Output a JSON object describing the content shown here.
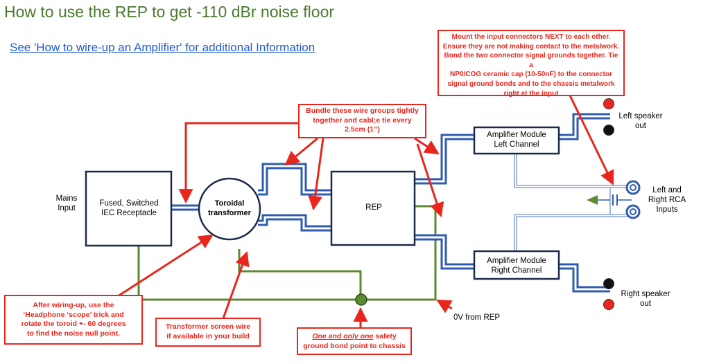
{
  "title": "How to use the REP to get -110 dBr noise floor",
  "link": "See 'How to wire-up an Amplifier' for additional Information",
  "colors": {
    "title": "#4a7a2e",
    "link": "#1f5bd1",
    "note": "#e8261c",
    "ground": "#5b8a32",
    "wire": "#2f5bb0",
    "box": "#1b2a4a"
  },
  "blocks": {
    "iec": [
      "Fused, Switched",
      "IEC Receptacle"
    ],
    "toroid": [
      "Toroidal",
      "transformer"
    ],
    "rep": "REP",
    "amp_left": [
      "Amplifier Module",
      "Left Channel"
    ],
    "amp_right": [
      "Amplifier Module",
      "Right Channel"
    ]
  },
  "labels": {
    "mains": [
      "Mains",
      "Input"
    ],
    "left_speaker": [
      "Left speaker",
      "out"
    ],
    "right_speaker": [
      "Right speaker",
      "out"
    ],
    "rca": [
      "Left and",
      "Right RCA",
      "Inputs"
    ],
    "ov": "0V from REP"
  },
  "notes": {
    "mount": [
      "Mount the input connectors NEXT to each other.",
      "Ensure they are not making contact to the metalwork.",
      "Bond the two connector signal grounds together. Tie a",
      "NP0/COG ceramic cap (10-50nF) to the connector",
      "signal ground bonds and to the chassis metalwork",
      "right at the input"
    ],
    "bundle": [
      "Bundle these wire groups tightly",
      "together and cabl;e tie every",
      "2.5cm (1”)"
    ],
    "after": [
      "After wiring-up, use the",
      "‘Headphone ‘scope’ trick and",
      "rotate the toroid  +- 60 degrees",
      "to find the noise null point."
    ],
    "screen": [
      "Transformer screen wire",
      "if available in your build"
    ],
    "ground": {
      "emphasis": "One and only one",
      "rest": " safety",
      "line2": "ground bond point to chassis"
    }
  }
}
